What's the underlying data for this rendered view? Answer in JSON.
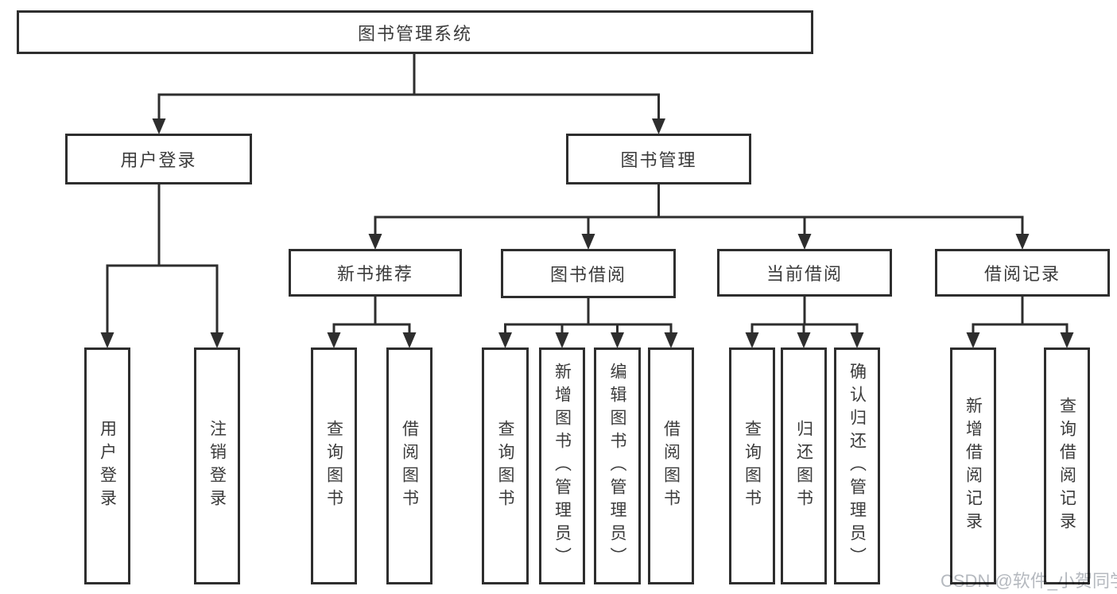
{
  "diagram": {
    "root": {
      "label": "图书管理系统"
    },
    "children": [
      {
        "label": "用户登录",
        "leaves": [
          "用户登录",
          "注销登录"
        ]
      },
      {
        "label": "图书管理",
        "children": [
          {
            "label": "新书推荐",
            "leaves": [
              "查询图书",
              "借阅图书"
            ]
          },
          {
            "label": "图书借阅",
            "leaves": [
              "查询图书",
              "新增图书（管理员）",
              "编辑图书（管理员）",
              "借阅图书"
            ]
          },
          {
            "label": "当前借阅",
            "leaves": [
              "查询图书",
              "归还图书",
              "确认归还（管理员）"
            ]
          },
          {
            "label": "借阅记录",
            "leaves": [
              "新增借阅记录",
              "查询借阅记录"
            ]
          }
        ]
      }
    ]
  },
  "watermark": {
    "text": "CSDN @软件_小贺同学"
  },
  "colors": {
    "background": "#ffffff",
    "line": "#2e2e2e",
    "text": "#3b3b3b",
    "watermark": "#b5b9bf"
  }
}
